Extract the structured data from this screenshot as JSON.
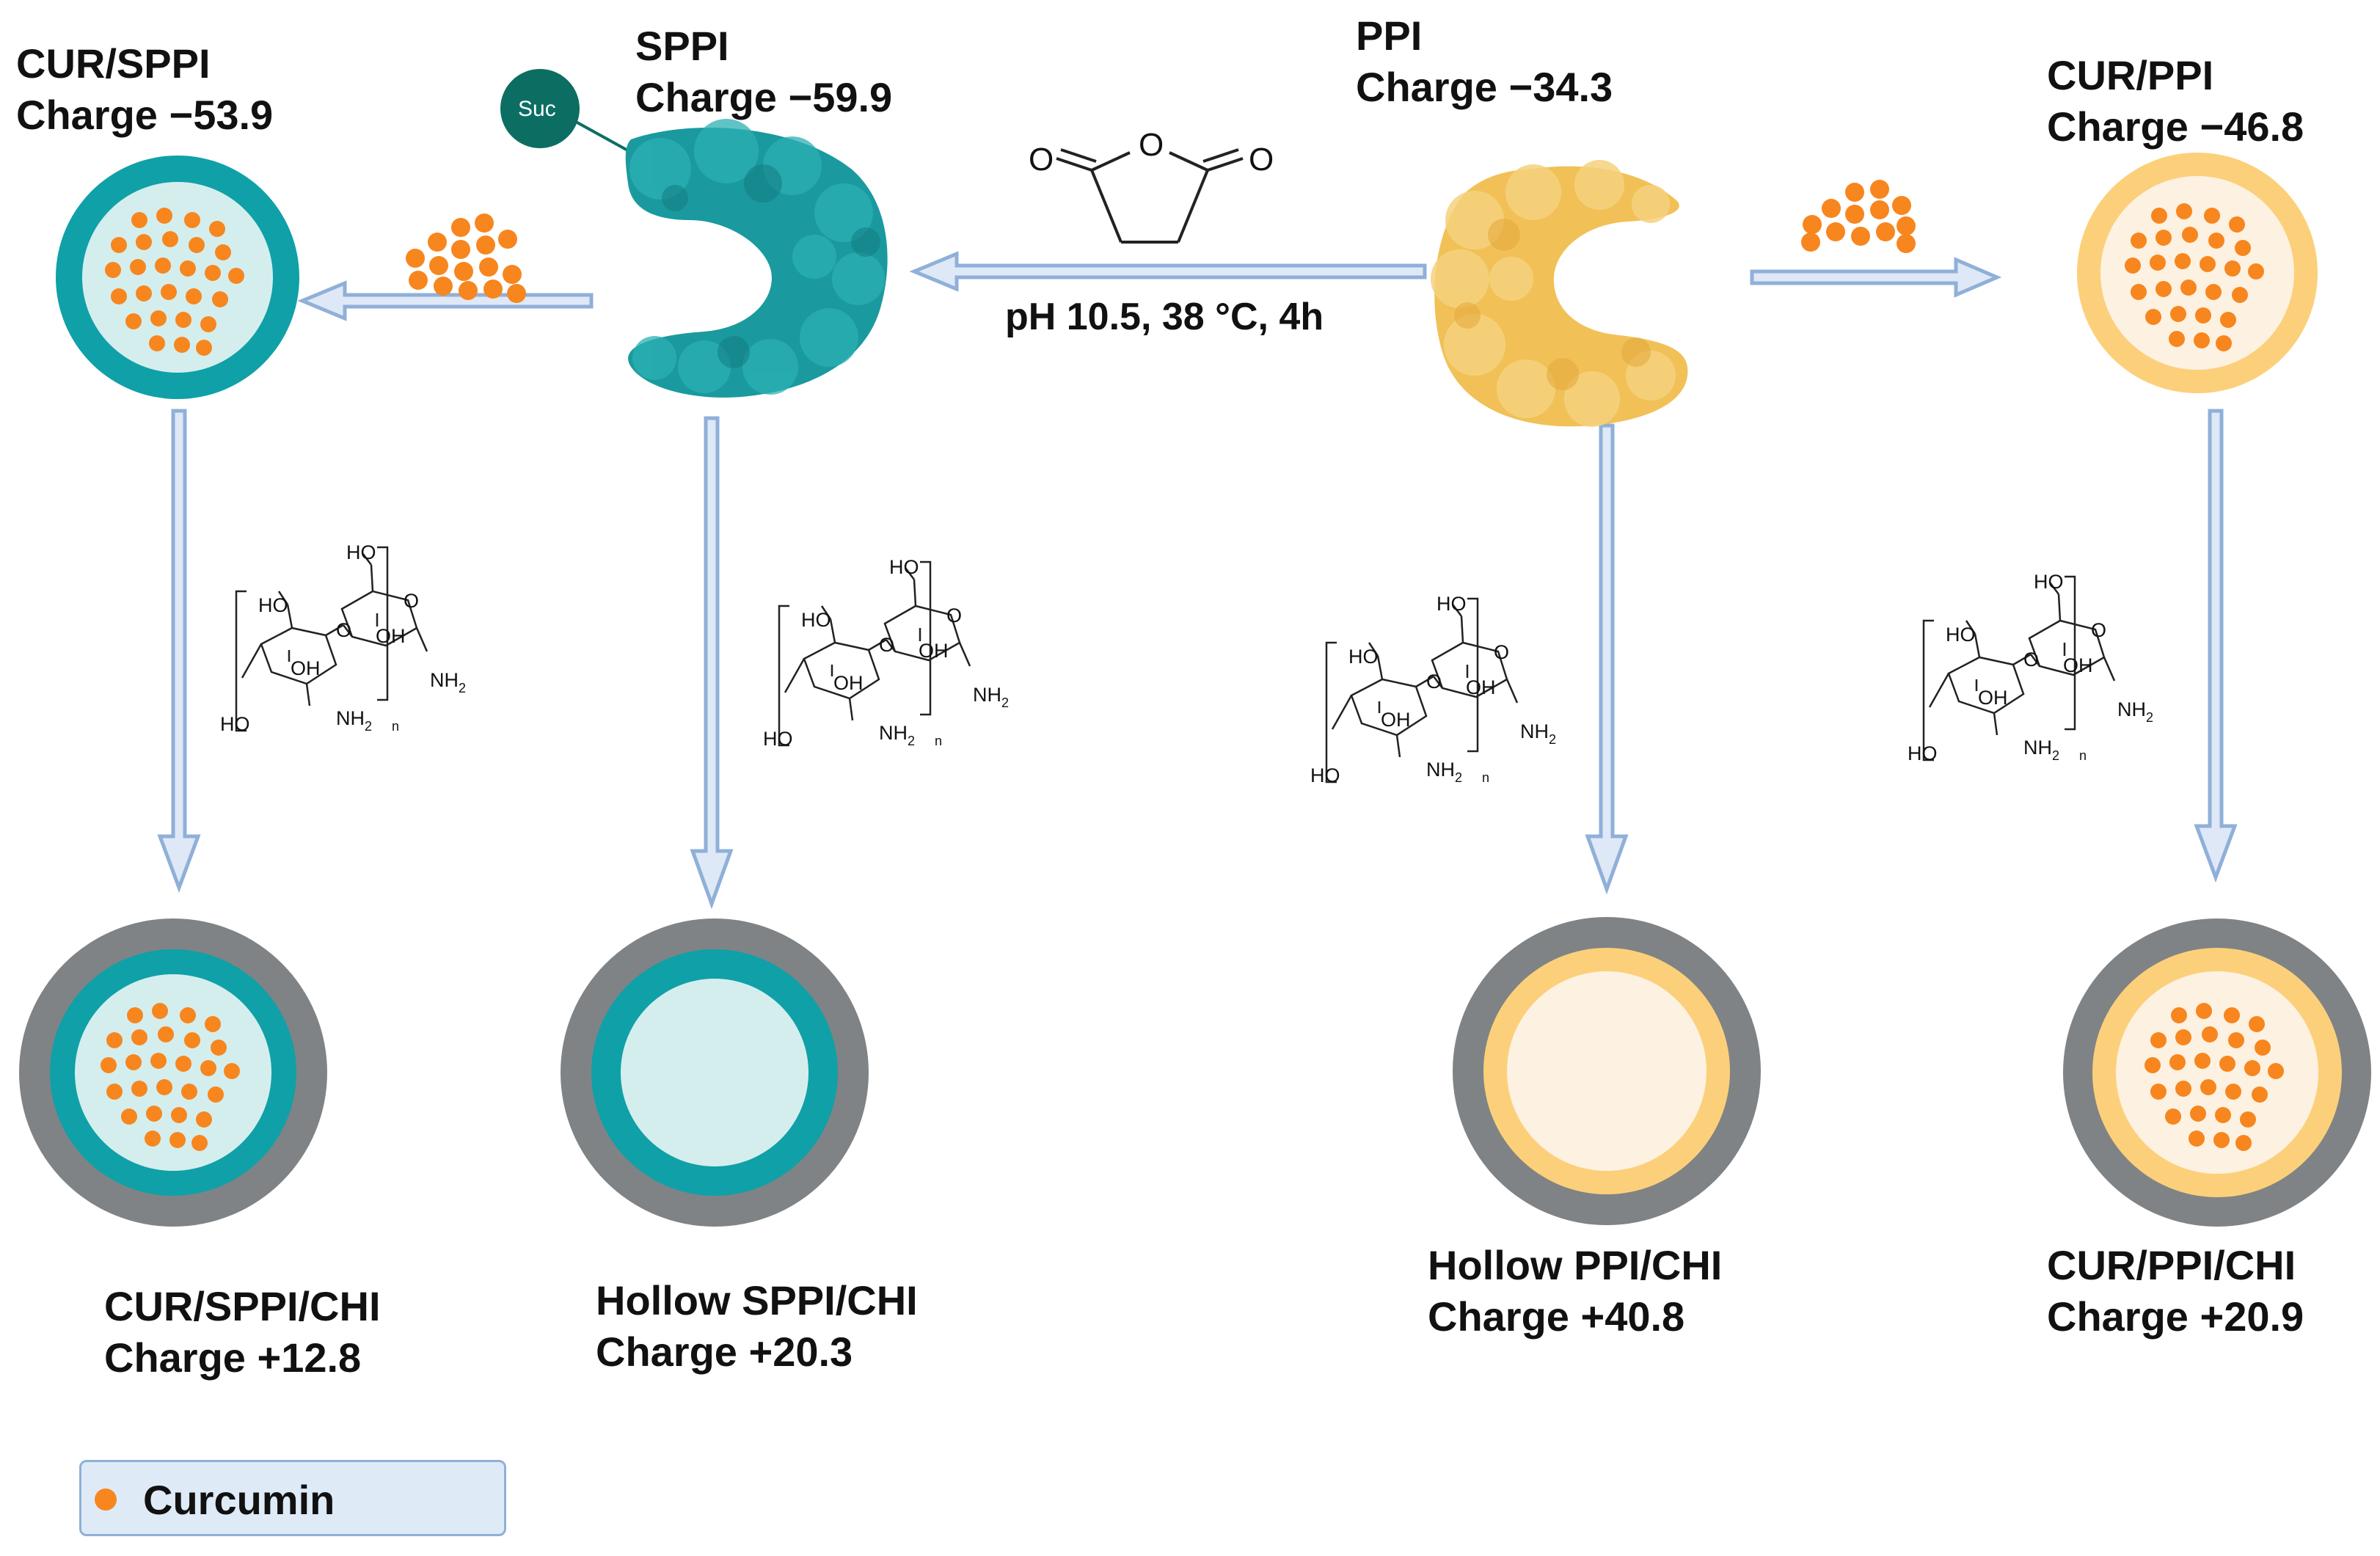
{
  "labels": {
    "cur_sppi": {
      "name": "CUR/SPPI",
      "charge": "Charge −53.9"
    },
    "sppi": {
      "name": "SPPI",
      "charge": "Charge −59.9"
    },
    "ppi": {
      "name": "PPI",
      "charge": "Charge −34.3"
    },
    "cur_ppi": {
      "name": "CUR/PPI",
      "charge": "Charge −46.8"
    },
    "cur_sppi_chi": {
      "name": "CUR/SPPI/CHI",
      "charge": "Charge +12.8"
    },
    "hollow_sppi_chi": {
      "name": "Hollow SPPI/CHI",
      "charge": "Charge +20.3"
    },
    "hollow_ppi_chi": {
      "name": "Hollow PPI/CHI",
      "charge": "Charge +40.8"
    },
    "cur_ppi_chi": {
      "name": "CUR/PPI/CHI",
      "charge": "Charge +20.9"
    }
  },
  "reaction_conditions": "pH 10.5, 38 °C, 4h",
  "suc_tag": "Suc",
  "anhydride_atoms": {
    "o_left": "O",
    "o_ring": "O",
    "o_right": "O"
  },
  "chitosan": {
    "ho_top": "HO",
    "ho_left": "HO",
    "oh_a": "OH",
    "oh_b": "OH",
    "o_ring": "O",
    "o_link": "O",
    "nh2_a": "NH2",
    "nh2_b": "NH2",
    "repeat_n": "n"
  },
  "legend": {
    "label": "Curcumin"
  },
  "colors": {
    "curcumin": "#f7861e",
    "sppi_shell": "#10a0a8",
    "sppi_core": "#d4eeee",
    "ppi_shell": "#fcd07a",
    "ppi_core": "#fdf1e2",
    "chitosan_shell": "#7f8385",
    "arrow_fill": "#dfe8f7",
    "arrow_stroke": "#8fb0d8",
    "suc_circle": "#0c6e63"
  }
}
